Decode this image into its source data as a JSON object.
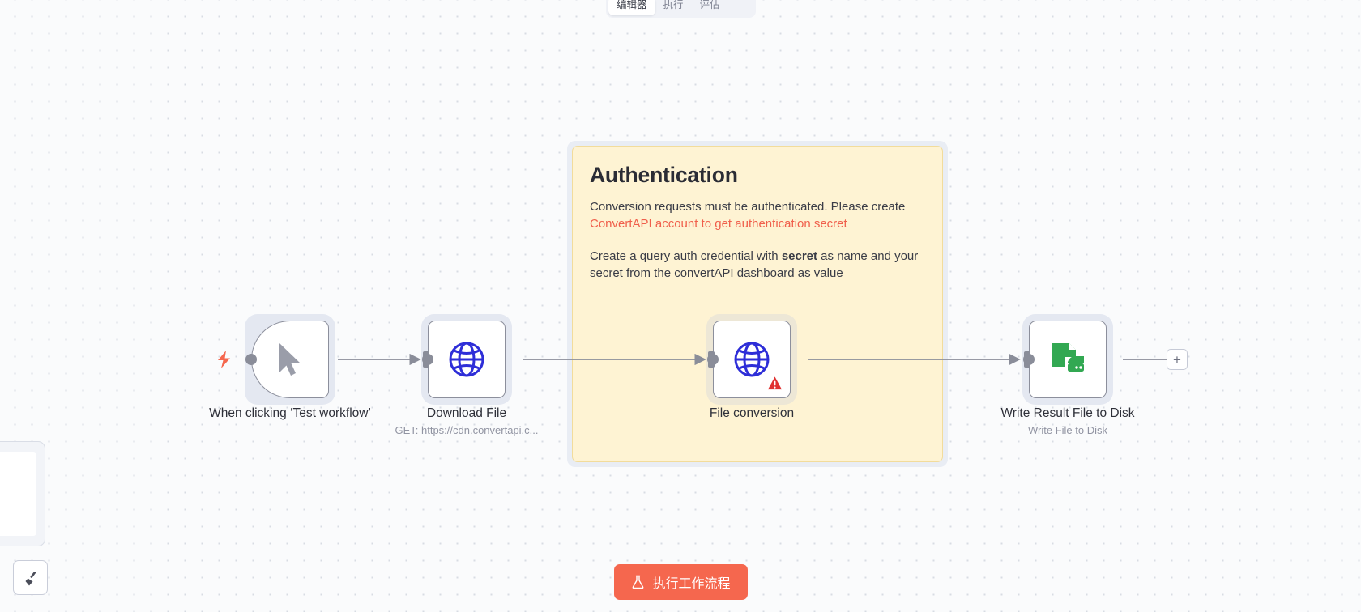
{
  "tabs": [
    {
      "label": "编辑器",
      "active": true
    },
    {
      "label": "执行",
      "active": false
    },
    {
      "label": "评估",
      "active": false
    }
  ],
  "sticky_note": {
    "title": "Authentication",
    "paragraph1_text": "Conversion requests must be authenticated. Please create ",
    "paragraph1_link": "ConvertAPI account to get authentication secret",
    "paragraph2_pre": "Create a query auth credential with ",
    "paragraph2_bold": "secret",
    "paragraph2_post": " as name and your secret from the convertAPI dashboard as value",
    "background_color": "#FEF3D3",
    "border_color": "#F2DC9B",
    "link_color": "#F05F4B"
  },
  "nodes": [
    {
      "id": "manual-trigger",
      "label": "When clicking ‘Test workflow’",
      "subtitle": "",
      "icon": "cursor-pointer-icon",
      "has_warning": false
    },
    {
      "id": "download-file",
      "label": "Download File",
      "subtitle": "GET: https://cdn.convertapi.c...",
      "icon": "globe-icon",
      "has_warning": false
    },
    {
      "id": "file-conversion",
      "label": "File conversion",
      "subtitle": "",
      "icon": "globe-icon",
      "has_warning": true
    },
    {
      "id": "write-result-file-to-disk",
      "label": "Write Result File to Disk",
      "subtitle": "Write File to Disk",
      "icon": "file-disk-icon",
      "has_warning": false
    }
  ],
  "add_node_button": {
    "label": "+"
  },
  "execute_button": {
    "label": "执行工作流程",
    "icon": "flask-icon",
    "color": "#F5674E"
  },
  "tidy_button": {
    "icon": "broom-icon"
  },
  "trigger_indicator": {
    "icon": "lightning-bolt-icon",
    "color": "#F5674E"
  },
  "colors": {
    "canvas_background": "#FAFBFC",
    "grid_dot": "#D8DCE3",
    "node_border": "#8C8F9C",
    "node_halo": "#E4E8F1",
    "connector": "#8A8D99",
    "globe_icon": "#2E2ED8",
    "disk_icon": "#32A852",
    "warning": "#E03131"
  }
}
